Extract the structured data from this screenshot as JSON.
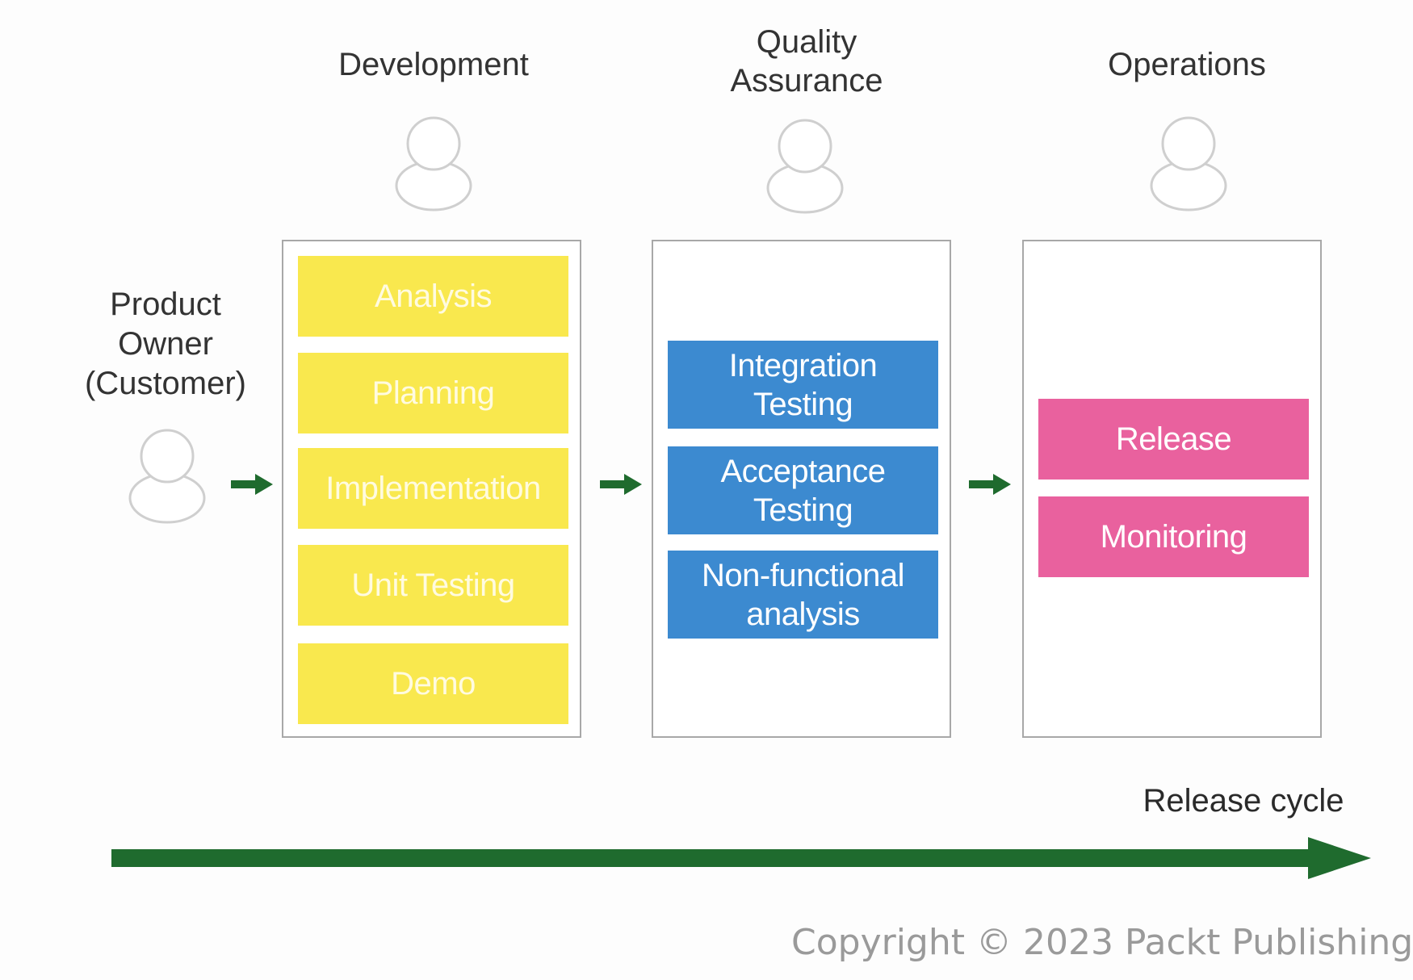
{
  "headers": {
    "development": "Development",
    "qa_line1": "Quality",
    "qa_line2": "Assurance",
    "operations": "Operations"
  },
  "product_owner": {
    "line1": "Product",
    "line2": "Owner",
    "line3": "(Customer)"
  },
  "development": {
    "items": [
      "Analysis",
      "Planning",
      "Implementation",
      "Unit Testing",
      "Demo"
    ]
  },
  "qa": {
    "items": [
      {
        "line1": "Integration",
        "line2": "Testing"
      },
      {
        "line1": "Acceptance",
        "line2": "Testing"
      },
      {
        "line1": "Non-functional",
        "line2": "analysis"
      }
    ]
  },
  "operations": {
    "items": [
      "Release",
      "Monitoring"
    ]
  },
  "release_cycle_label": "Release cycle",
  "copyright": "Copyright © 2023 Packt Publishing",
  "colors": {
    "development_card": "#f9e84e",
    "qa_card": "#3c8ad0",
    "operations_card": "#e9619e",
    "arrow": "#1f6b2e",
    "box_border": "#a8a8a8",
    "person_outline": "#cfcfcf"
  },
  "icons": {
    "person": "person-icon",
    "flow_arrow": "arrow-right-icon"
  }
}
